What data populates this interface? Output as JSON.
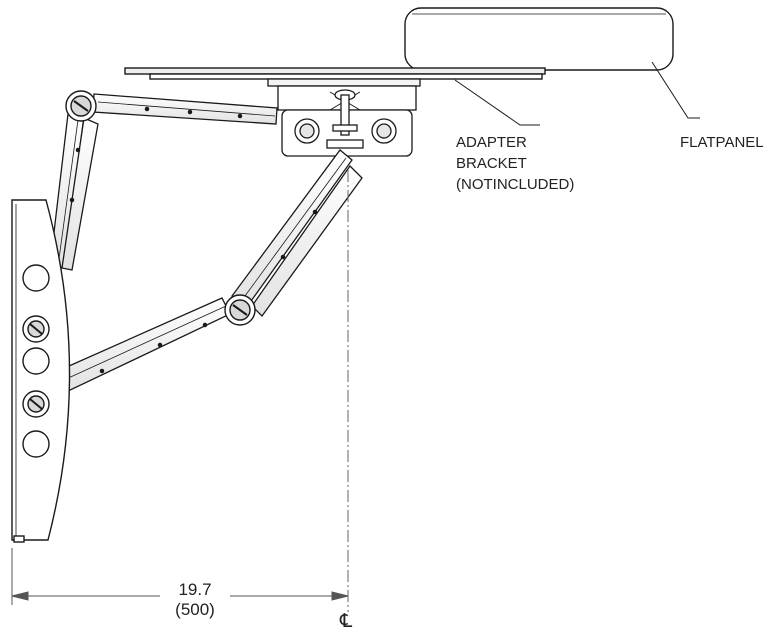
{
  "labels": {
    "adapter_bracket": [
      "ADAPTER",
      "BRACKET",
      "(NOTINCLUDED)"
    ],
    "flat_panel": "FLATPANEL"
  },
  "dimension": {
    "inches": "19.7",
    "mm": "(500)"
  },
  "centerline_symbol": "℄",
  "colors": {
    "line": "#1a1a1a",
    "fill": "#ffffff",
    "shade": "#d8d8d8",
    "dim_line": "#555555"
  }
}
